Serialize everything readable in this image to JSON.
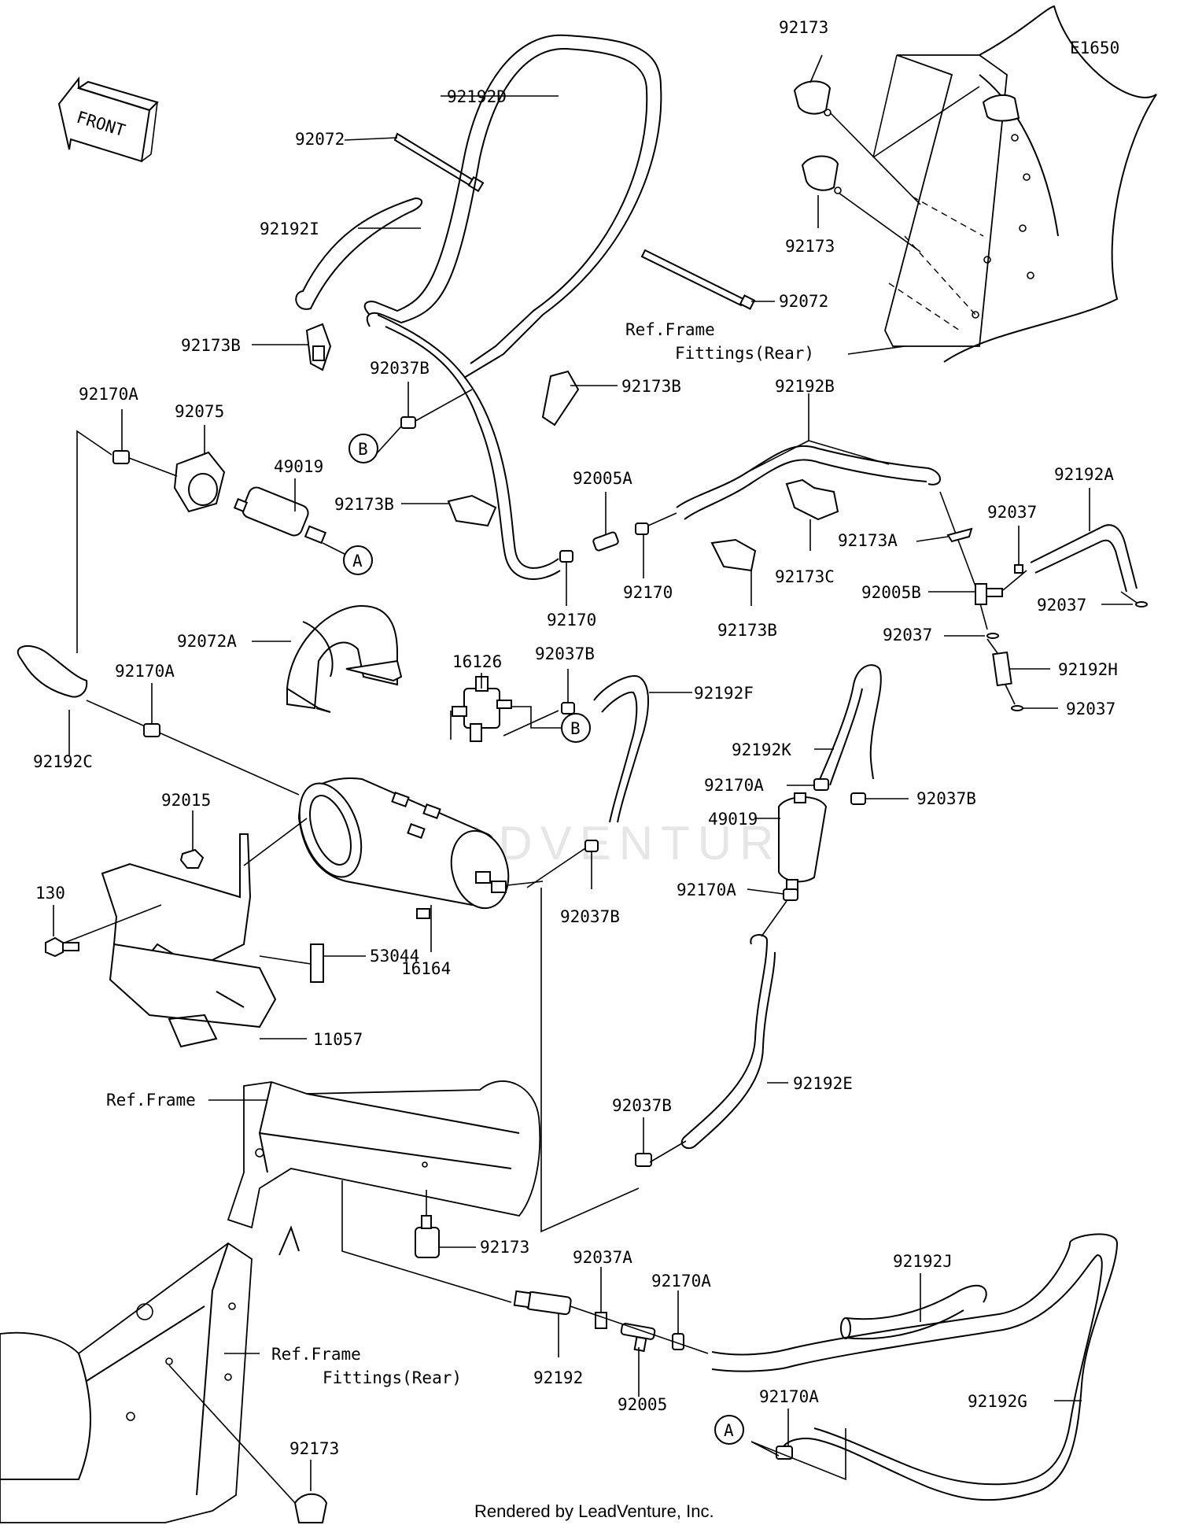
{
  "diagram_code": "E1650",
  "front_arrow_text": "FRONT",
  "watermark": "LEADVENTURE",
  "footer": "Rendered by LeadVenture, Inc.",
  "markers": {
    "a": "A",
    "b": "B"
  },
  "labels": {
    "p92173_top": "92173",
    "p92192D": "92192D",
    "p92072_top": "92072",
    "p92192I": "92192I",
    "p92173_mid": "92173",
    "p92072_mid": "92072",
    "ref_frame_rear_1a": "Ref.Frame",
    "ref_frame_rear_1b": "Fittings(Rear)",
    "p92173B_1": "92173B",
    "p92037B_1": "92037B",
    "p92173B_2": "92173B",
    "p92192B": "92192B",
    "p92170A_1": "92170A",
    "p92075": "92075",
    "p49019_1": "49019",
    "p92005A": "92005A",
    "p92192A": "92192A",
    "p92173B_3": "92173B",
    "p92037_1": "92037",
    "p92173A": "92173A",
    "p92005B": "92005B",
    "p92037_2": "92037",
    "p92170_1": "92170",
    "p92173C": "92173C",
    "p92170_2": "92170",
    "p92173B_4": "92173B",
    "p92072A": "92072A",
    "p92037_3": "92037",
    "p16126": "16126",
    "p92037B_2": "92037B",
    "p92192H": "92192H",
    "p92192F": "92192F",
    "p92037_4": "92037",
    "p92170A_2": "92170A",
    "p92192K": "92192K",
    "p92192C": "92192C",
    "p92170A_3": "92170A",
    "p92037B_3": "92037B",
    "p49019_2": "49019",
    "p92015": "92015",
    "p92170A_4": "92170A",
    "p92037B_4": "92037B",
    "p130": "130",
    "p53044": "53044",
    "p16164": "16164",
    "p11057": "11057",
    "p92192E": "92192E",
    "ref_frame": "Ref.Frame",
    "p92037B_5": "92037B",
    "p92173_low": "92173",
    "p92037A": "92037A",
    "p92170A_5": "92170A",
    "p92192J": "92192J",
    "ref_frame_rear_2a": "Ref.Frame",
    "ref_frame_rear_2b": "Fittings(Rear)",
    "p92192": "92192",
    "p92005": "92005",
    "p92170A_6": "92170A",
    "p92192G": "92192G",
    "p92173_bot": "92173"
  }
}
